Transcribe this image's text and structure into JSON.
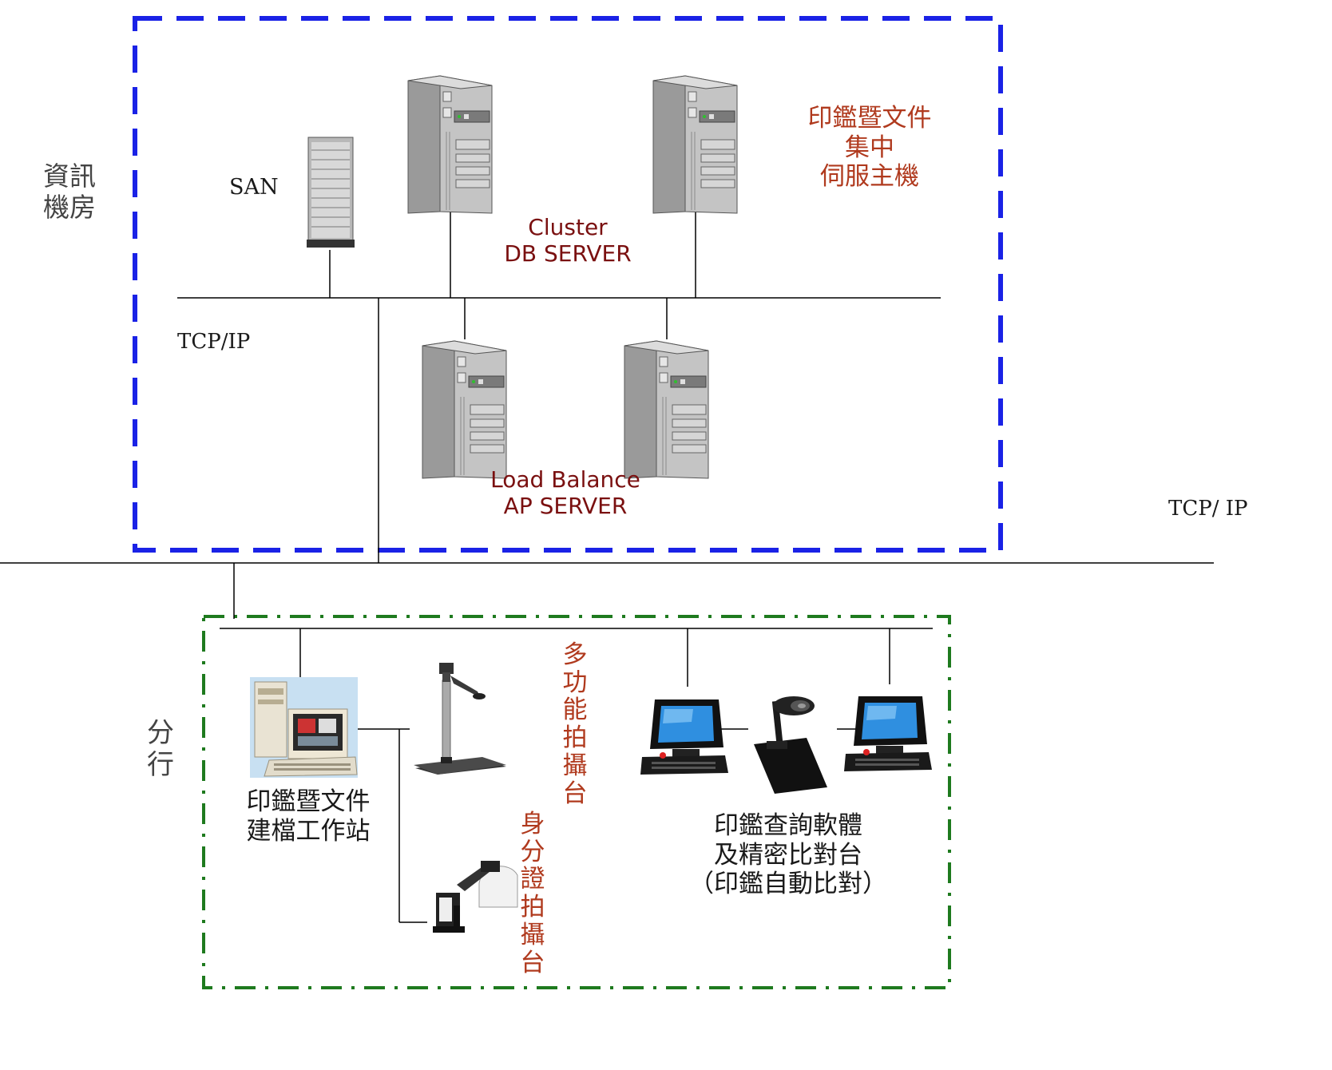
{
  "colors": {
    "datacenter_border": "#1a22e6",
    "branch_border": "#1e7a1e",
    "line": "#000000",
    "red_text": "#b03a1e",
    "maroon_text": "#7a1010"
  },
  "datacenter": {
    "label": "資訊\n機房",
    "san_label": "SAN",
    "tcpip_label": "TCP/IP",
    "db_server_label": "Cluster\nDB SERVER",
    "ap_server_label": "Load Balance\nAP SERVER",
    "central_host_label": "印鑑暨文件\n集中\n伺服主機"
  },
  "network": {
    "wan_label": "TCP/ IP"
  },
  "branch": {
    "label": "分\n行",
    "workstation_label": "印鑑暨文件\n建檔工作站",
    "multi_camera_label": "多功能拍攝台",
    "id_camera_label": "身分證拍攝台",
    "query_label": "印鑑查詢軟體\n及精密比對台\n（印鑑自動比對）"
  },
  "icons": [
    "storage-array-icon",
    "tower-server-icon",
    "desktop-workstation-icon",
    "document-camera-icon",
    "id-card-scanner-icon",
    "crt-monitor-pc-icon"
  ]
}
